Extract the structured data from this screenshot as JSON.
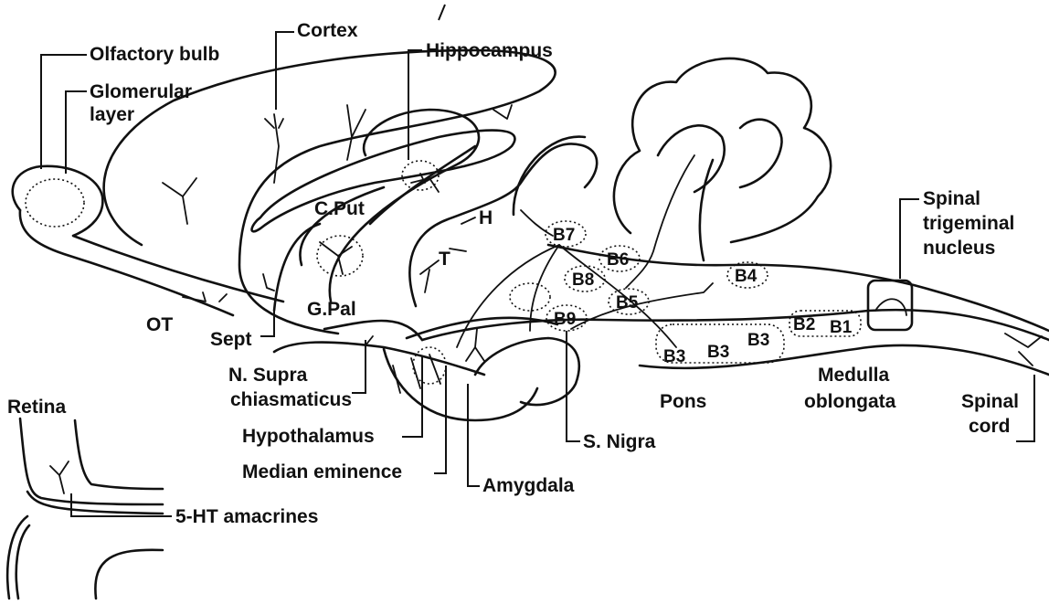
{
  "labels": {
    "olfactory_bulb": "Olfactory bulb",
    "glomerular_1": "Glomerular",
    "glomerular_2": "layer",
    "cortex": "Cortex",
    "hippocampus": "Hippocampus",
    "spinal_trig_1": "Spinal",
    "spinal_trig_2": "trigeminal",
    "spinal_trig_3": "nucleus",
    "c_put": "C.Put",
    "h": "H",
    "t": "T",
    "g_pal": "G.Pal",
    "ot": "OT",
    "sept": "Sept",
    "supra_1": "N. Supra",
    "supra_2": "chiasmaticus",
    "retina": "Retina",
    "hypothalamus": "Hypothalamus",
    "median_eminence": "Median eminence",
    "amygdala": "Amygdala",
    "s_nigra": "S. Nigra",
    "pons": "Pons",
    "medulla_1": "Medulla",
    "medulla_2": "oblongata",
    "spinal_cord_1": "Spinal",
    "spinal_cord_2": "cord",
    "amacrines": "5-HT amacrines"
  },
  "nuclei": {
    "b1": "B1",
    "b2": "B2",
    "b3a": "B3",
    "b3b": "B3",
    "b3c": "B3",
    "b4": "B4",
    "b5": "B5",
    "b6": "B6",
    "b7": "B7",
    "b8": "B8",
    "b9": "B9"
  }
}
